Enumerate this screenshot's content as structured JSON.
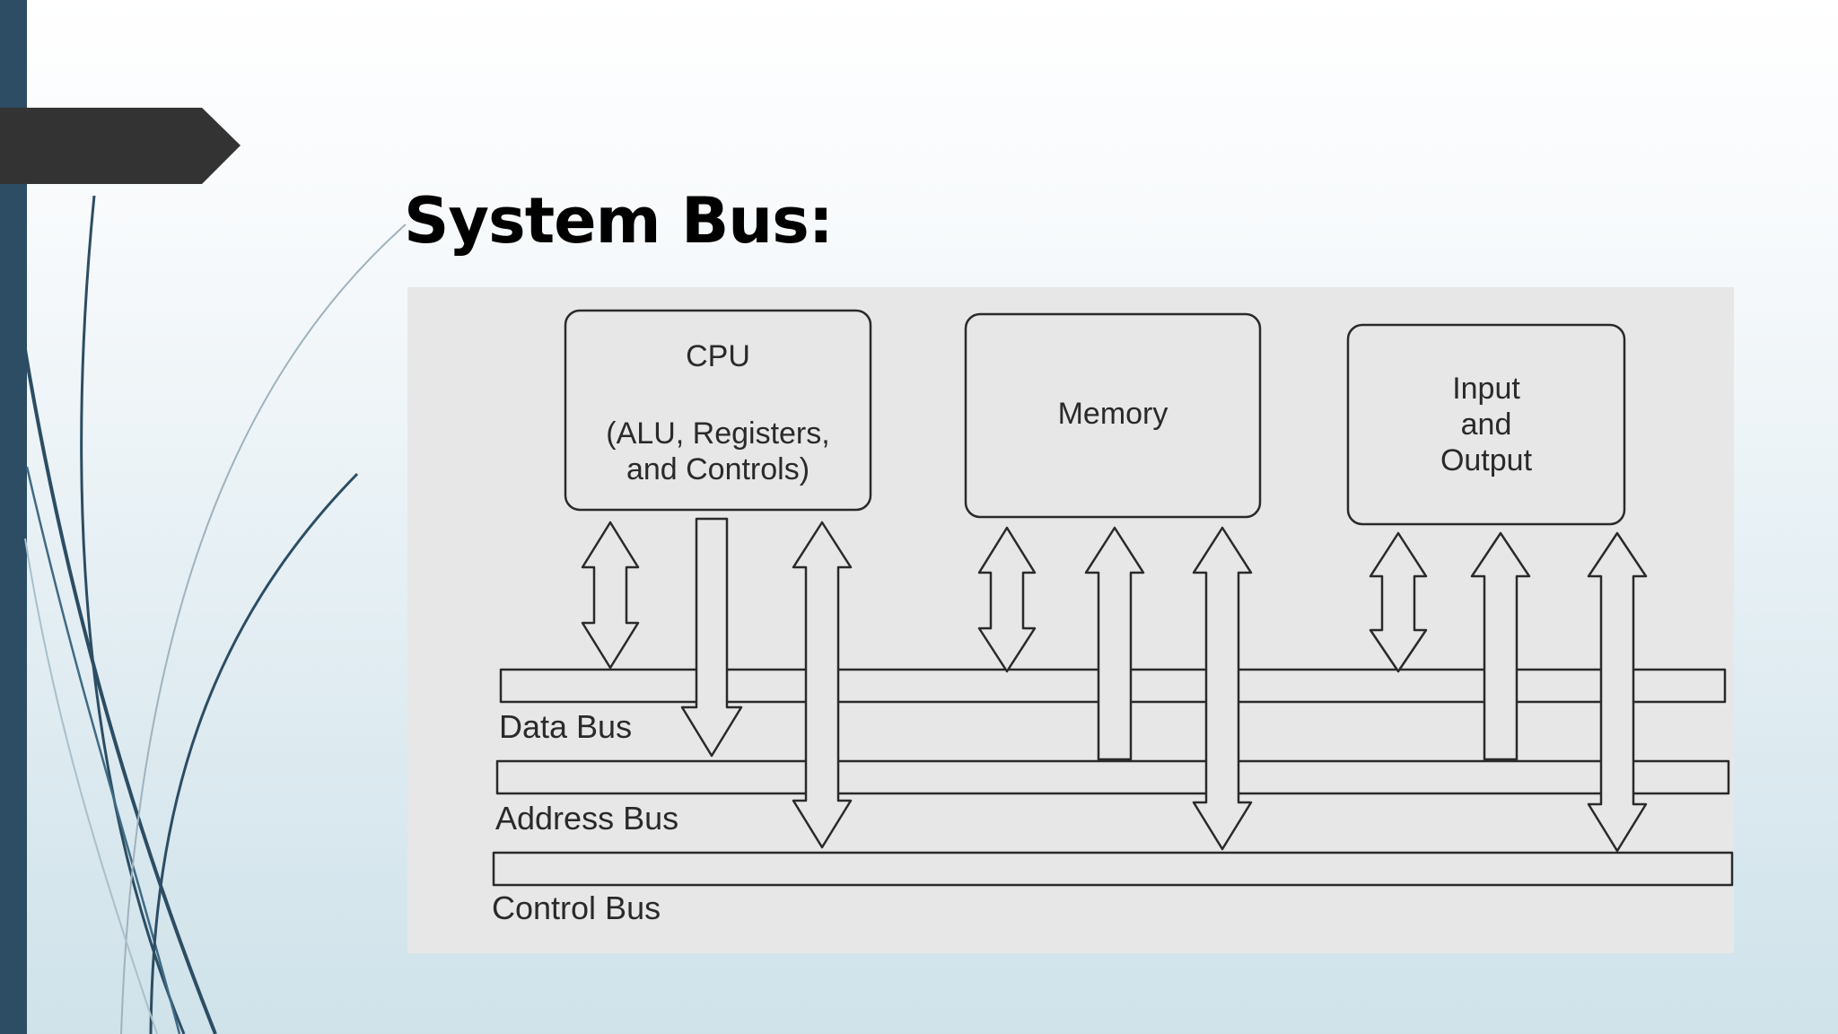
{
  "slide": {
    "title": "System Bus:",
    "colors": {
      "left_bar": "#2c4d63",
      "title_tab": "#333333",
      "diagram_bg": "#e7e7e7"
    }
  },
  "diagram": {
    "components": {
      "cpu": {
        "line1": "CPU",
        "line2": "(ALU, Registers,",
        "line3": "and Controls)"
      },
      "memory": {
        "label": "Memory"
      },
      "io": {
        "line1": "Input",
        "line2": "and",
        "line3": "Output"
      }
    },
    "buses": {
      "data": "Data Bus",
      "address": "Address Bus",
      "control": "Control Bus"
    }
  }
}
